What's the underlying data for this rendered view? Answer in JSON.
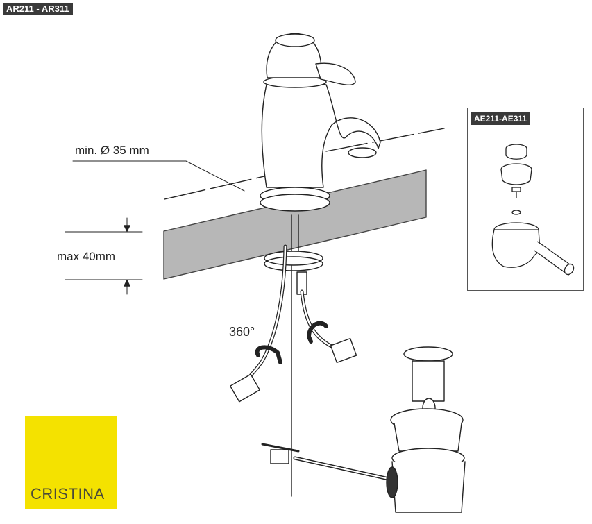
{
  "header": {
    "model_code": "AR211 - AR311"
  },
  "inset": {
    "model_code": "AE211-AE311"
  },
  "dimensions": {
    "hole_diameter": "min. Ø 35 mm",
    "max_thickness": "max 40mm",
    "rotation": "360°"
  },
  "brand": {
    "name": "CRISTINA",
    "color": "#f4e200"
  }
}
